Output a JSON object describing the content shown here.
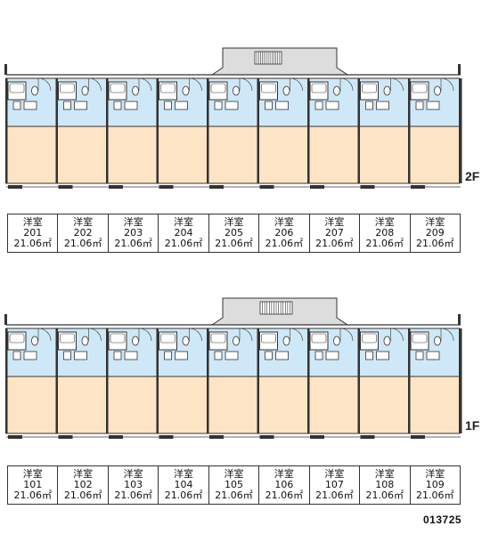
{
  "floors": [
    {
      "label": "2F",
      "units": [
        {
          "type": "洋室",
          "number": "201",
          "area": "21.06㎡"
        },
        {
          "type": "洋室",
          "number": "202",
          "area": "21.06㎡"
        },
        {
          "type": "洋室",
          "number": "203",
          "area": "21.06㎡"
        },
        {
          "type": "洋室",
          "number": "204",
          "area": "21.06㎡"
        },
        {
          "type": "洋室",
          "number": "205",
          "area": "21.06㎡"
        },
        {
          "type": "洋室",
          "number": "206",
          "area": "21.06㎡"
        },
        {
          "type": "洋室",
          "number": "207",
          "area": "21.06㎡"
        },
        {
          "type": "洋室",
          "number": "208",
          "area": "21.06㎡"
        },
        {
          "type": "洋室",
          "number": "209",
          "area": "21.06㎡"
        }
      ]
    },
    {
      "label": "1F",
      "units": [
        {
          "type": "洋室",
          "number": "101",
          "area": "21.06㎡"
        },
        {
          "type": "洋室",
          "number": "102",
          "area": "21.06㎡"
        },
        {
          "type": "洋室",
          "number": "103",
          "area": "21.06㎡"
        },
        {
          "type": "洋室",
          "number": "104",
          "area": "21.06㎡"
        },
        {
          "type": "洋室",
          "number": "105",
          "area": "21.06㎡"
        },
        {
          "type": "洋室",
          "number": "106",
          "area": "21.06㎡"
        },
        {
          "type": "洋室",
          "number": "107",
          "area": "21.06㎡"
        },
        {
          "type": "洋室",
          "number": "108",
          "area": "21.06㎡"
        },
        {
          "type": "洋室",
          "number": "109",
          "area": "21.06㎡"
        }
      ]
    }
  ],
  "property_code": "013725",
  "colors": {
    "room_fill": "#fce4c4",
    "wet_area_fill": "#cfe8f8",
    "stair_landing": "#dddddd",
    "wall": "#333333"
  }
}
